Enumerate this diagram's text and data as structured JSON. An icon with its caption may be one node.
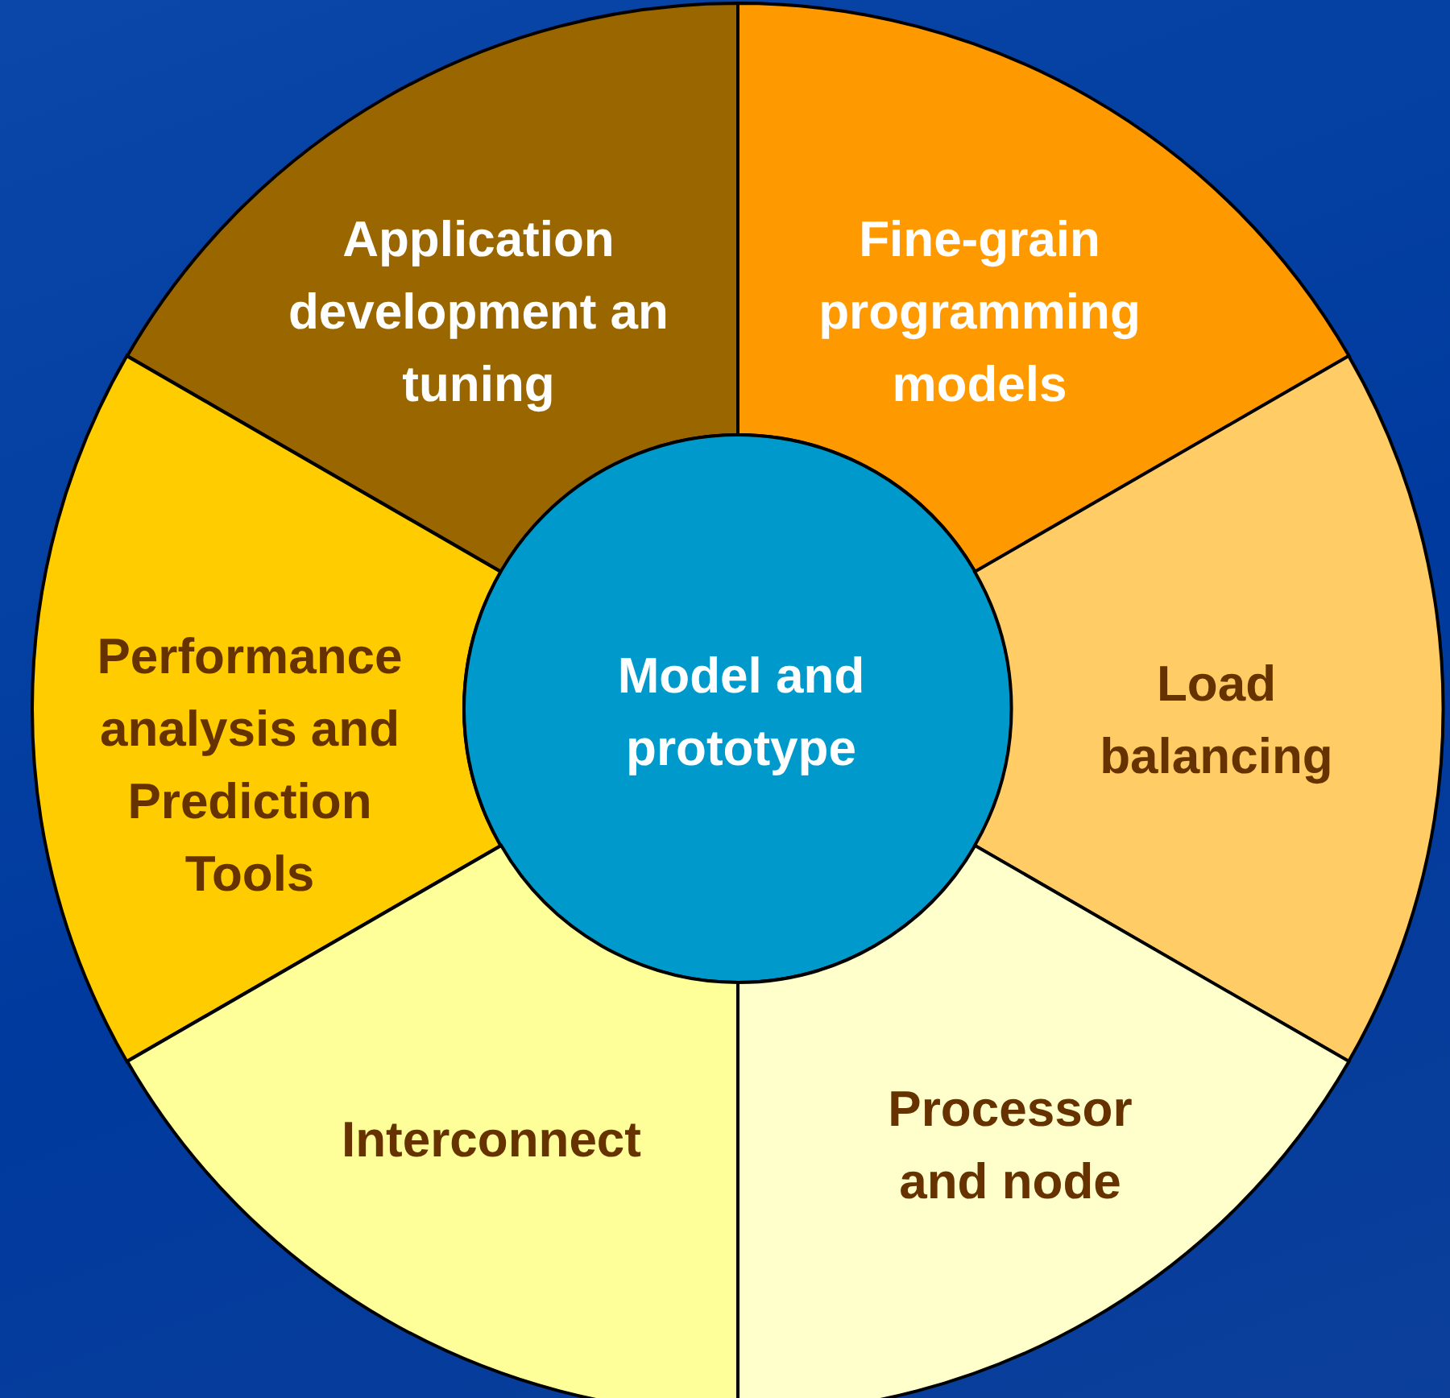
{
  "diagram": {
    "nodes": [
      {
        "text": [
          "Application development an tuning"
        ]
      },
      {
        "text": [
          "Fine-grain programming models"
        ]
      },
      {
        "text": [
          "Performance analysis and Prediction Tools"
        ]
      },
      {
        "text": [
          "Model and prototype"
        ]
      },
      {
        "text": [
          "Load balancing"
        ]
      },
      {
        "text": [
          "Interconnect"
        ]
      },
      {
        "text": [
          "Processor and node"
        ]
      }
    ]
  }
}
